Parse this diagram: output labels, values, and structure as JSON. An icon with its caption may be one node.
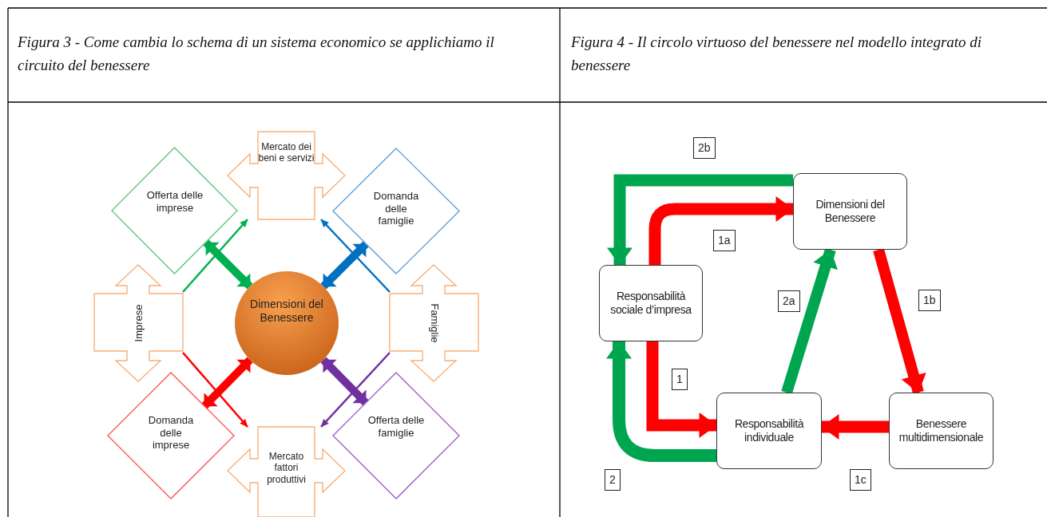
{
  "diagram": {
    "nodes": [
      {
        "text": [
          "Mercato dei beni e servizi"
        ]
      },
      {
        "text": [
          "Offerta delle imprese"
        ]
      },
      {
        "text": [
          "Domanda delle famiglie"
        ]
      },
      {
        "text": [
          "Imprese"
        ]
      },
      {
        "text": [
          "Dimensioni del Benessere"
        ]
      },
      {
        "text": [
          "Famiglie"
        ]
      },
      {
        "text": [
          "Domanda delle imprese"
        ]
      },
      {
        "text": [
          "Offerta delle famiglie"
        ]
      },
      {
        "text": [
          "Mercato fattori produttivi"
        ]
      },
      {
        "text": [
          "Dimensioni del Benessere"
        ]
      },
      {
        "text": [
          "Responsabilità sociale d’impresa"
        ]
      },
      {
        "text": [
          "Responsabilità individuale"
        ]
      },
      {
        "text": [
          "Benessere multidimensionale"
        ]
      }
    ],
    "edges": [
      {
        "from": 3,
        "to": 0,
        "arrow": "to",
        "color": "#00b050"
      },
      {
        "from": 5,
        "to": 0,
        "arrow": "to",
        "color": "#0070c0"
      },
      {
        "from": 3,
        "to": 8,
        "arrow": "to",
        "color": "#ff0000"
      },
      {
        "from": 5,
        "to": 8,
        "arrow": "to",
        "color": "#7030a0"
      },
      {
        "from": 4,
        "to": 1,
        "arrow": "both",
        "color": "#00b050"
      },
      {
        "from": 4,
        "to": 2,
        "arrow": "both",
        "color": "#0070c0"
      },
      {
        "from": 4,
        "to": 6,
        "arrow": "both",
        "color": "#ff0000"
      },
      {
        "from": 4,
        "to": 7,
        "arrow": "both",
        "color": "#7030a0"
      },
      {
        "from": 9,
        "to": 10,
        "arrow": "to",
        "color": "#00a550",
        "label": "2b"
      },
      {
        "from": 10,
        "to": 9,
        "arrow": "to",
        "color": "#ff0000",
        "label": "1a"
      },
      {
        "from": 11,
        "to": 9,
        "arrow": "to",
        "color": "#00a550",
        "label": "2a"
      },
      {
        "from": 9,
        "to": 12,
        "arrow": "to",
        "color": "#ff0000",
        "label": "1b"
      },
      {
        "from": 10,
        "to": 11,
        "arrow": "to",
        "color": "#ff0000",
        "label": "1"
      },
      {
        "from": 11,
        "to": 10,
        "arrow": "to",
        "color": "#00a550",
        "label": "2"
      },
      {
        "from": 12,
        "to": 11,
        "arrow": "to",
        "color": "#ff0000",
        "label": "1c"
      }
    ],
    "labels": [
      "Figura 3 - Come cambia lo schema di un sistema economico se applichiamo il circuito del benessere",
      "Figura 4 - Il circolo virtuoso del benessere nel modello integrato di benessere"
    ]
  }
}
